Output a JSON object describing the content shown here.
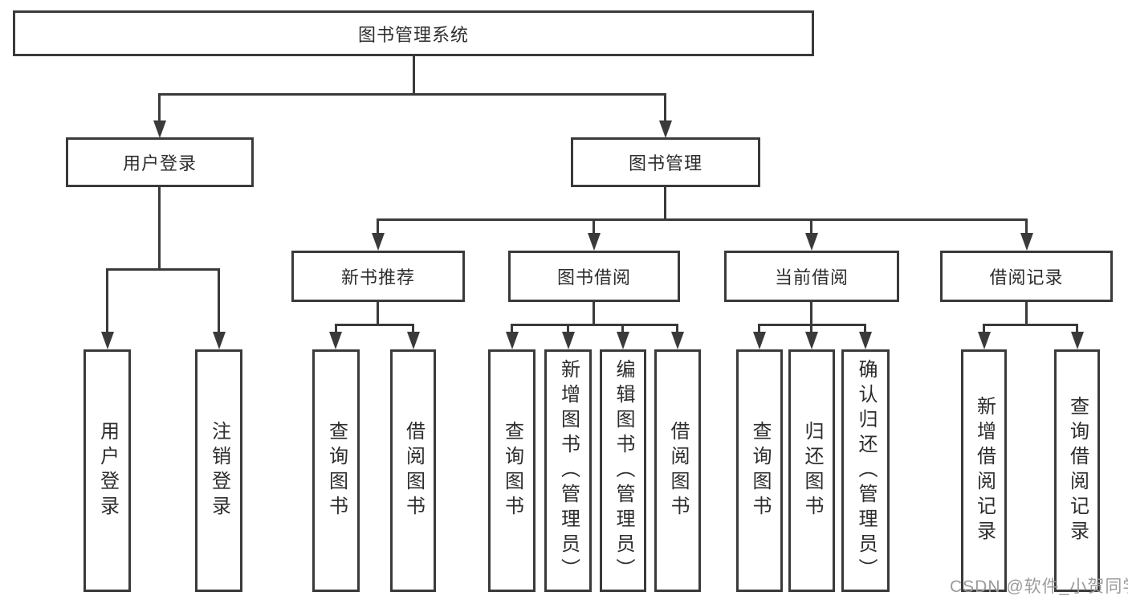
{
  "diagram_title": "图书管理系统",
  "tree": {
    "label": "图书管理系统",
    "children": [
      {
        "label": "用户登录",
        "children": [
          {
            "label": "用户登录"
          },
          {
            "label": "注销登录"
          }
        ]
      },
      {
        "label": "图书管理",
        "children": [
          {
            "label": "新书推荐",
            "children": [
              {
                "label": "查询图书"
              },
              {
                "label": "借阅图书"
              }
            ]
          },
          {
            "label": "图书借阅",
            "children": [
              {
                "label": "查询图书"
              },
              {
                "label": "新增图书（管理员）"
              },
              {
                "label": "编辑图书（管理员）"
              },
              {
                "label": "借阅图书"
              }
            ]
          },
          {
            "label": "当前借阅",
            "children": [
              {
                "label": "查询图书"
              },
              {
                "label": "归还图书"
              },
              {
                "label": "确认归还（管理员）"
              }
            ]
          },
          {
            "label": "借阅记录",
            "children": [
              {
                "label": "新增借阅记录"
              },
              {
                "label": "查询借阅记录"
              }
            ]
          }
        ]
      }
    ]
  },
  "watermark": {
    "text": "CSDN @软件_小贺同学"
  },
  "colors": {
    "line": "#3a3a3a",
    "text": "#2d2d2d",
    "watermark": "#9b9b9b",
    "background": "#ffffff"
  }
}
